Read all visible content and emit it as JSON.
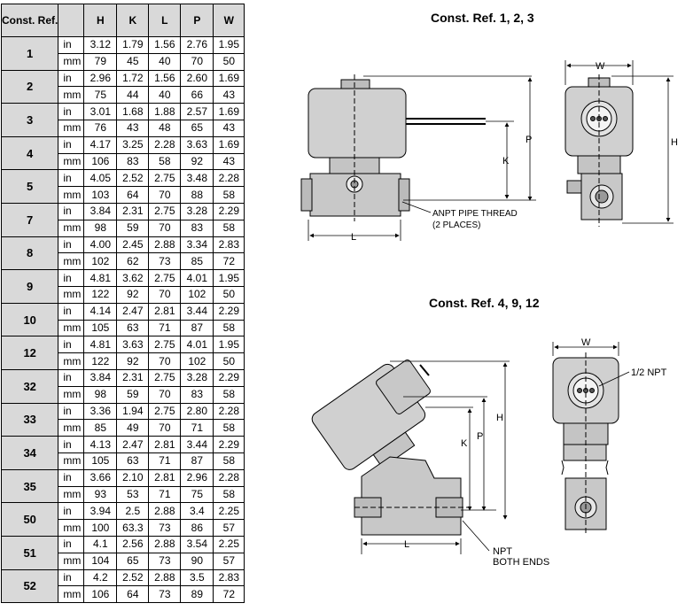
{
  "table": {
    "headers": {
      "ref": "Const. Ref.",
      "H": "H",
      "K": "K",
      "L": "L",
      "P": "P",
      "W": "W"
    },
    "units": [
      "in",
      "mm"
    ],
    "rows": [
      {
        "ref": "1",
        "in": [
          "3.12",
          "1.79",
          "1.56",
          "2.76",
          "1.95"
        ],
        "mm": [
          "79",
          "45",
          "40",
          "70",
          "50"
        ]
      },
      {
        "ref": "2",
        "in": [
          "2.96",
          "1.72",
          "1.56",
          "2.60",
          "1.69"
        ],
        "mm": [
          "75",
          "44",
          "40",
          "66",
          "43"
        ]
      },
      {
        "ref": "3",
        "in": [
          "3.01",
          "1.68",
          "1.88",
          "2.57",
          "1.69"
        ],
        "mm": [
          "76",
          "43",
          "48",
          "65",
          "43"
        ]
      },
      {
        "ref": "4",
        "in": [
          "4.17",
          "3.25",
          "2.28",
          "3.63",
          "1.69"
        ],
        "mm": [
          "106",
          "83",
          "58",
          "92",
          "43"
        ]
      },
      {
        "ref": "5",
        "in": [
          "4.05",
          "2.52",
          "2.75",
          "3.48",
          "2.28"
        ],
        "mm": [
          "103",
          "64",
          "70",
          "88",
          "58"
        ]
      },
      {
        "ref": "7",
        "in": [
          "3.84",
          "2.31",
          "2.75",
          "3.28",
          "2.29"
        ],
        "mm": [
          "98",
          "59",
          "70",
          "83",
          "58"
        ]
      },
      {
        "ref": "8",
        "in": [
          "4.00",
          "2.45",
          "2.88",
          "3.34",
          "2.83"
        ],
        "mm": [
          "102",
          "62",
          "73",
          "85",
          "72"
        ]
      },
      {
        "ref": "9",
        "in": [
          "4.81",
          "3.62",
          "2.75",
          "4.01",
          "1.95"
        ],
        "mm": [
          "122",
          "92",
          "70",
          "102",
          "50"
        ]
      },
      {
        "ref": "10",
        "in": [
          "4.14",
          "2.47",
          "2.81",
          "3.44",
          "2.29"
        ],
        "mm": [
          "105",
          "63",
          "71",
          "87",
          "58"
        ]
      },
      {
        "ref": "12",
        "in": [
          "4.81",
          "3.63",
          "2.75",
          "4.01",
          "1.95"
        ],
        "mm": [
          "122",
          "92",
          "70",
          "102",
          "50"
        ]
      },
      {
        "ref": "32",
        "in": [
          "3.84",
          "2.31",
          "2.75",
          "3.28",
          "2.29"
        ],
        "mm": [
          "98",
          "59",
          "70",
          "83",
          "58"
        ]
      },
      {
        "ref": "33",
        "in": [
          "3.36",
          "1.94",
          "2.75",
          "2.80",
          "2.28"
        ],
        "mm": [
          "85",
          "49",
          "70",
          "71",
          "58"
        ]
      },
      {
        "ref": "34",
        "in": [
          "4.13",
          "2.47",
          "2.81",
          "3.44",
          "2.29"
        ],
        "mm": [
          "105",
          "63",
          "71",
          "87",
          "58"
        ]
      },
      {
        "ref": "35",
        "in": [
          "3.66",
          "2.10",
          "2.81",
          "2.96",
          "2.28"
        ],
        "mm": [
          "93",
          "53",
          "71",
          "75",
          "58"
        ]
      },
      {
        "ref": "50",
        "in": [
          "3.94",
          "2.5",
          "2.88",
          "3.4",
          "2.25"
        ],
        "mm": [
          "100",
          "63.3",
          "73",
          "86",
          "57"
        ]
      },
      {
        "ref": "51",
        "in": [
          "4.1",
          "2.56",
          "2.88",
          "3.54",
          "2.25"
        ],
        "mm": [
          "104",
          "65",
          "73",
          "90",
          "57"
        ]
      },
      {
        "ref": "52",
        "in": [
          "4.2",
          "2.52",
          "2.88",
          "3.5",
          "2.83"
        ],
        "mm": [
          "106",
          "64",
          "73",
          "89",
          "72"
        ]
      }
    ]
  },
  "diagrams": {
    "top": {
      "title": "Const. Ref. 1, 2, 3",
      "labels": {
        "W": "W",
        "H": "H",
        "P": "P",
        "K": "K",
        "L": "L",
        "thread_line1": "ANPT PIPE THREAD",
        "thread_line2": "(2 PLACES)"
      }
    },
    "bottom": {
      "title": "Const. Ref. 4, 9, 12",
      "labels": {
        "W": "W",
        "H": "H",
        "P": "P",
        "K": "K",
        "L": "L",
        "npt_half": "1/2 NPT",
        "npt_line1": "NPT",
        "npt_line2": "BOTH ENDS"
      }
    }
  }
}
